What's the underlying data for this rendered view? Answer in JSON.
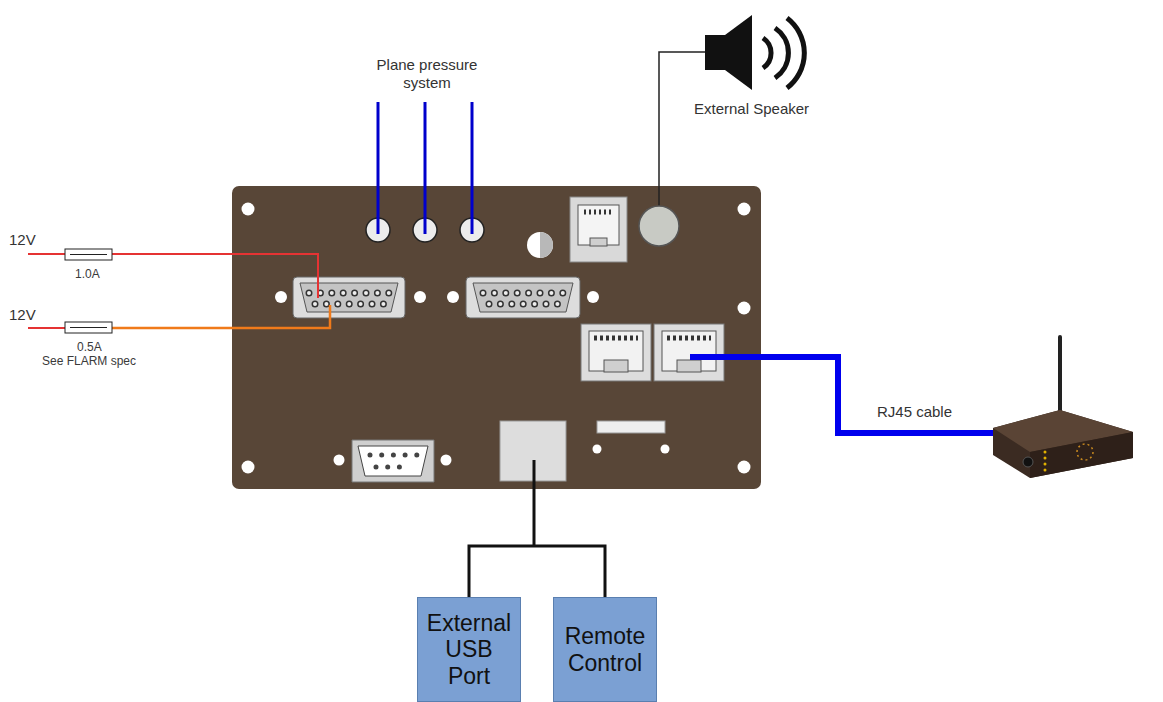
{
  "diagram": {
    "nodes": [
      {
        "text": [
          "External USB Port"
        ]
      },
      {
        "text": [
          "Remote Control"
        ]
      }
    ],
    "edges": [
      {
        "from": 0,
        "to": 1,
        "arrow": "none"
      }
    ],
    "labels": [
      "Plane pressure system",
      "External Speaker",
      "12V",
      "1.0A",
      "12V",
      "0.5A",
      "See FLARM spec",
      "RJ45 cable"
    ]
  }
}
